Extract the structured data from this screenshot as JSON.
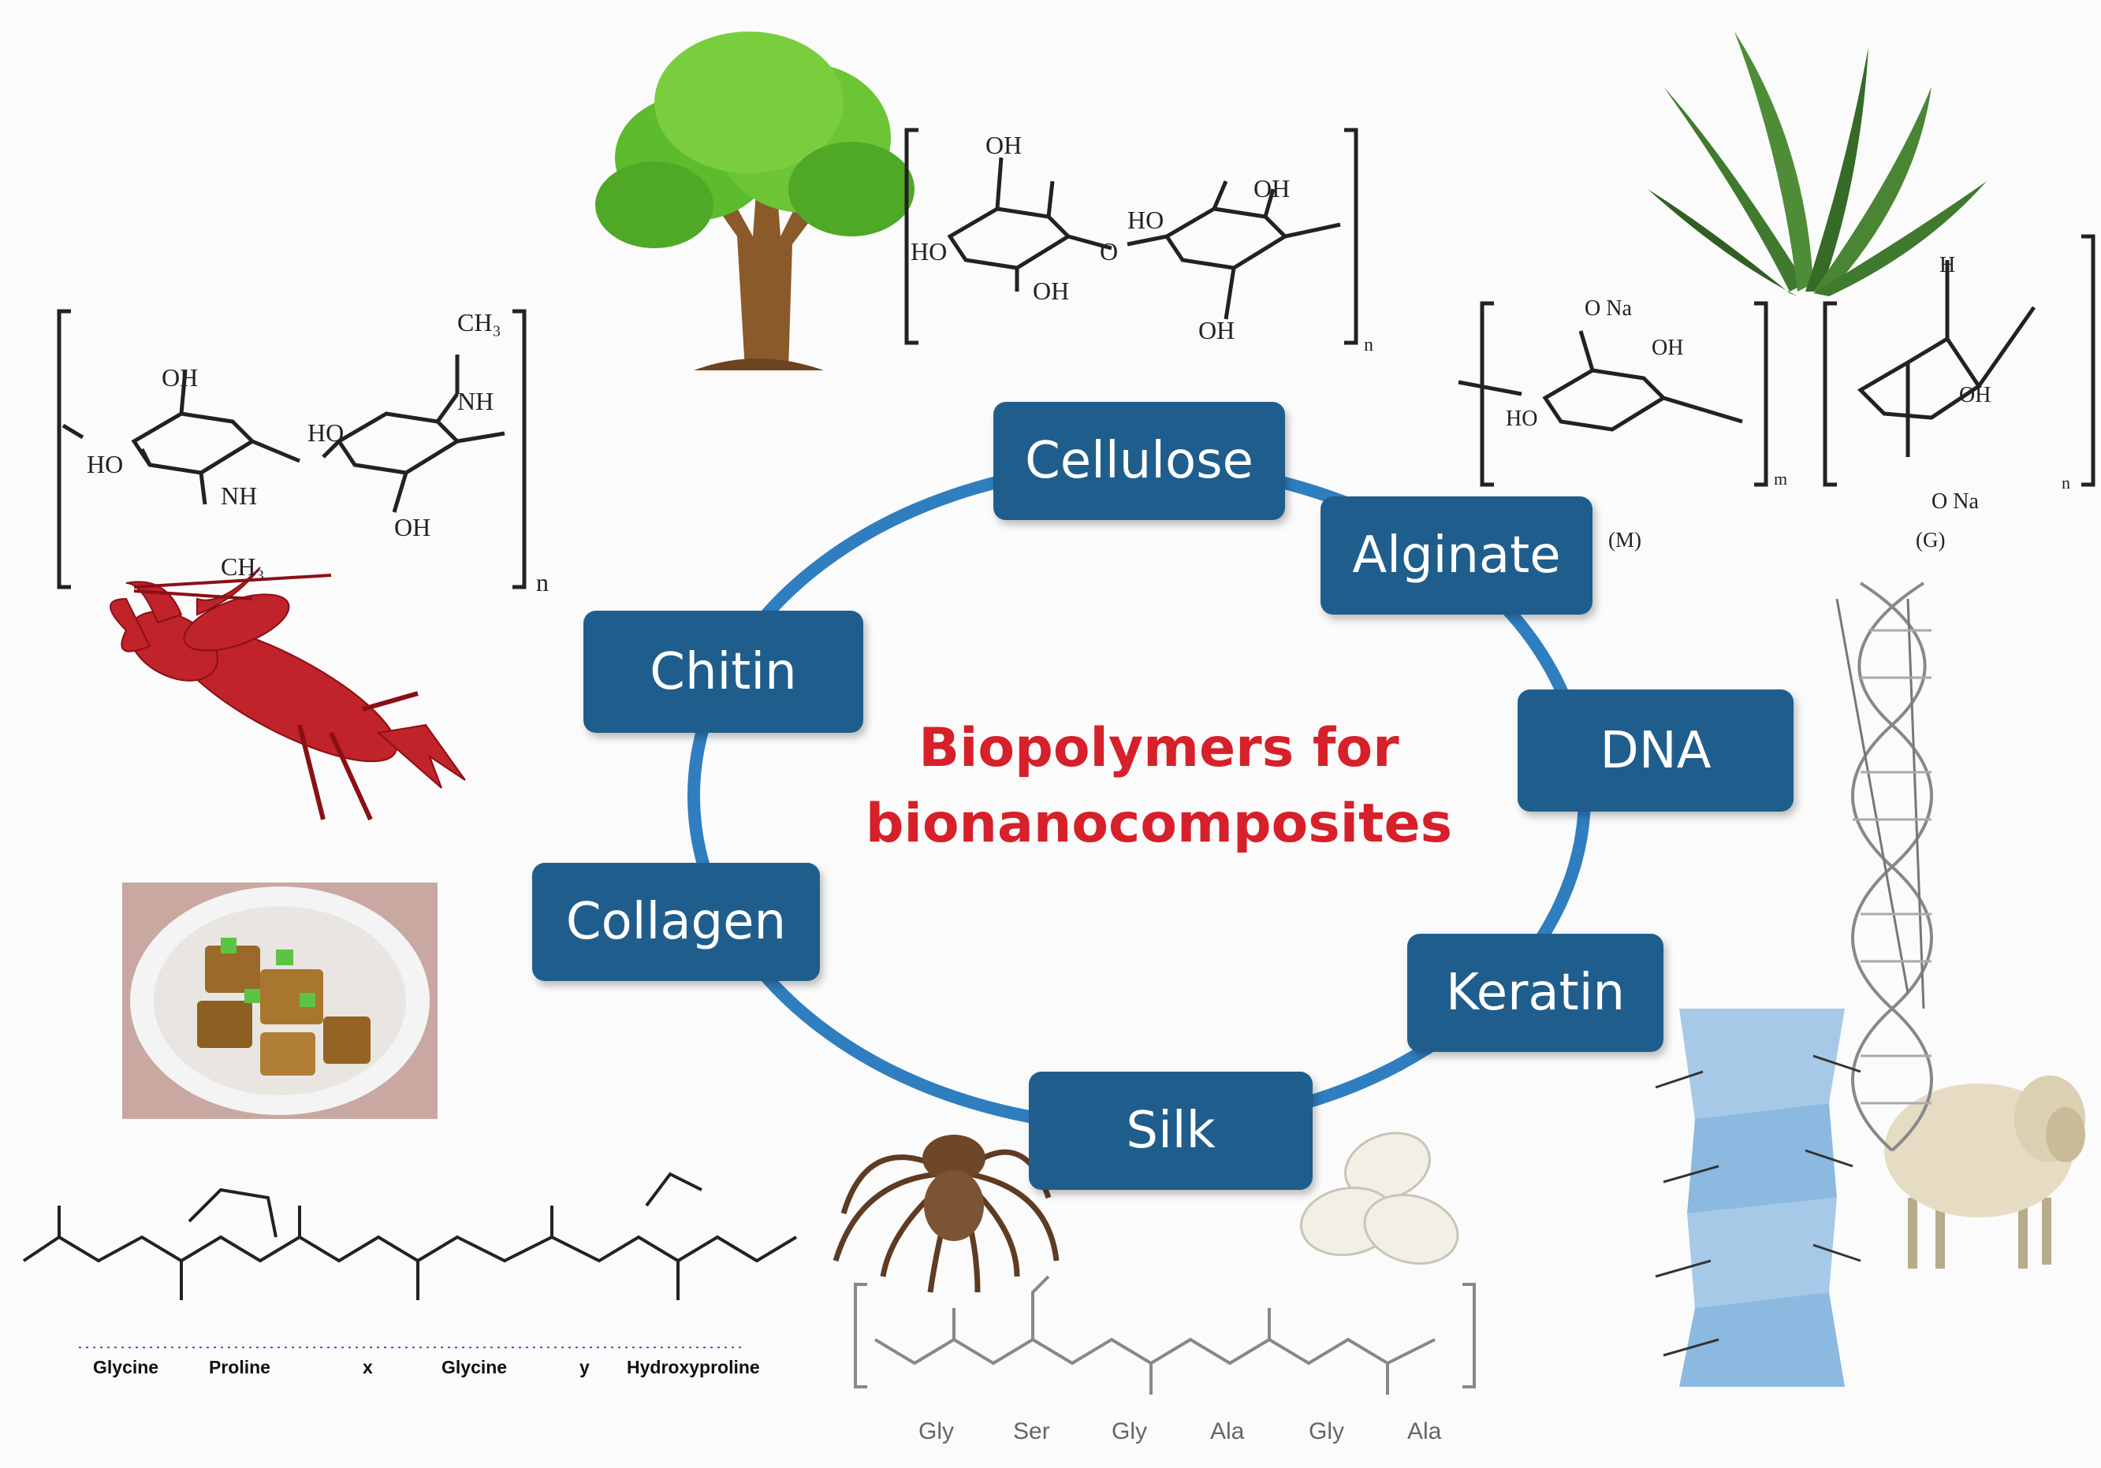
{
  "center": {
    "line1": "Biopolymers for",
    "line2": "bionanocomposites"
  },
  "polymers": {
    "cellulose": "Cellulose",
    "alginate": "Alginate",
    "dna": "DNA",
    "keratin": "Keratin",
    "silk": "Silk",
    "collagen": "Collagen",
    "chitin": "Chitin"
  },
  "collagen_sequence": [
    "Glycine",
    "Proline",
    "x",
    "Glycine",
    "y",
    "Hydroxyproline"
  ],
  "silk_sequence": [
    "Gly",
    "Ser",
    "Gly",
    "Ala",
    "Gly",
    "Ala"
  ],
  "alginate_units": {
    "m": "(M)",
    "g": "(G)",
    "sub_m": "m",
    "sub_n": "n"
  },
  "chem": {
    "oh": "OH",
    "ho": "HO",
    "o": "O",
    "ona": "O Na",
    "nh": "NH",
    "ch3": "CH₃",
    "h": "H",
    "n": "n"
  },
  "colors": {
    "box": "#1f5e8c",
    "ring": "#2f7ec0",
    "title": "#d6202a"
  }
}
